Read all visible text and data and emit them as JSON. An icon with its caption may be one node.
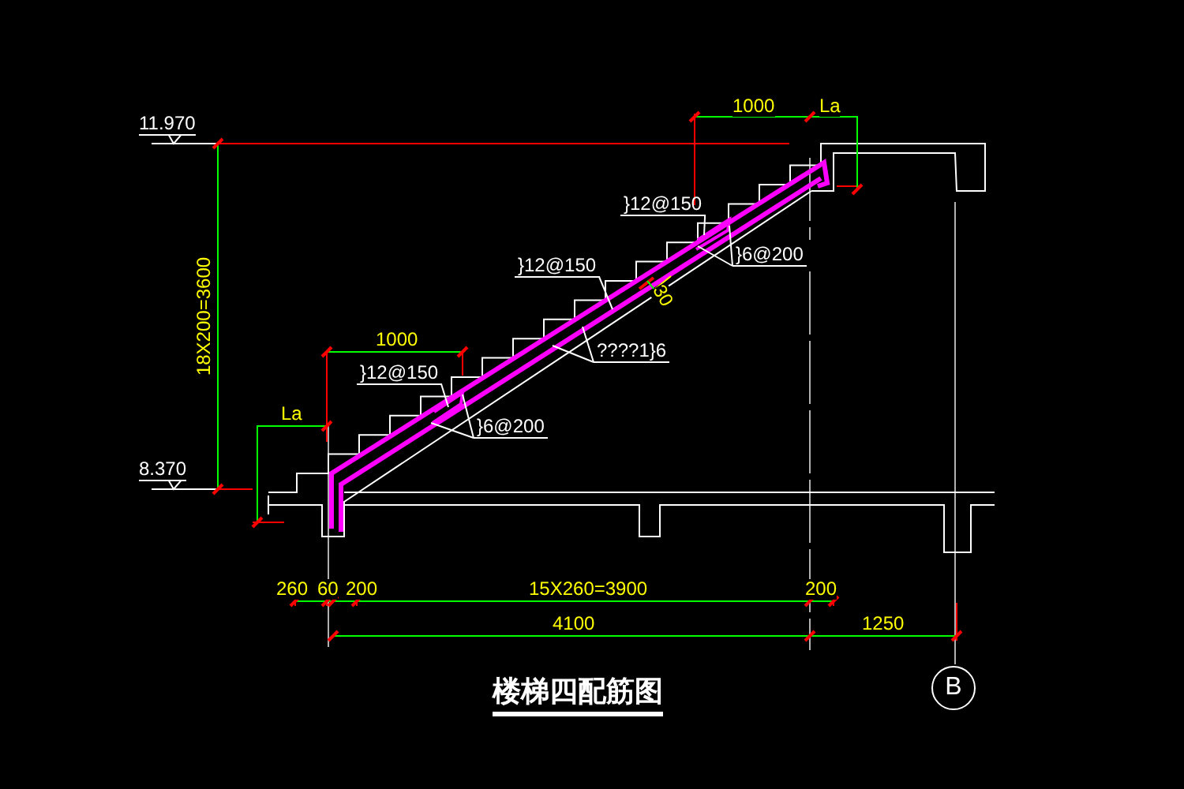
{
  "diagram": {
    "title": "楼梯四配筋图",
    "nodes": [
      {
        "text": [
          "}12@150"
        ]
      },
      {
        "text": [
          "}6@200"
        ]
      },
      {
        "text": [
          "}12@150"
        ]
      },
      {
        "text": [
          "????1}6"
        ]
      },
      {
        "text": [
          "}12@150"
        ]
      },
      {
        "text": [
          "}6@200"
        ]
      },
      {
        "text": [
          "B"
        ]
      }
    ],
    "edges": [
      {
        "from": 0,
        "to": null,
        "arrow": "none"
      },
      {
        "from": 1,
        "to": null,
        "arrow": "none"
      },
      {
        "from": 1,
        "to": null,
        "arrow": "none"
      },
      {
        "from": 2,
        "to": null,
        "arrow": "none"
      },
      {
        "from": 3,
        "to": null,
        "arrow": "none"
      },
      {
        "from": 3,
        "to": null,
        "arrow": "none"
      },
      {
        "from": 4,
        "to": null,
        "arrow": "none"
      },
      {
        "from": 5,
        "to": null,
        "arrow": "none"
      },
      {
        "from": 5,
        "to": null,
        "arrow": "none"
      }
    ],
    "labels": [
      "11.970",
      "18X200=3600",
      "1000",
      "La",
      "30",
      "1000",
      "La",
      "8.370",
      "260",
      "60",
      "200",
      "15X260=3900",
      "200",
      "4100",
      "1250"
    ]
  }
}
